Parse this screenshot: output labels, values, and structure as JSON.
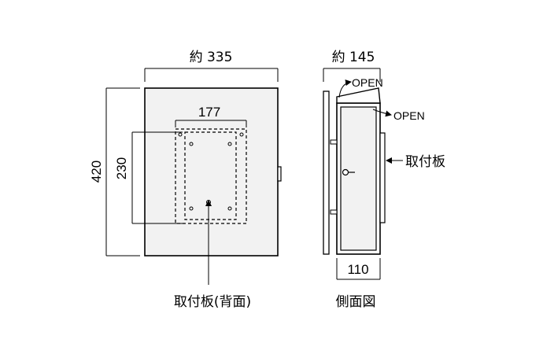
{
  "front_view": {
    "width_label": "約 335",
    "height_label": "420",
    "plate_width_label": "177",
    "plate_height_label": "230",
    "plate_callout": "取付板(背面)"
  },
  "side_view": {
    "depth_label": "約 145",
    "inner_depth_label": "110",
    "open_top_label": "OPEN",
    "open_door_label": "OPEN",
    "plate_label": "取付板",
    "view_title": "側面図"
  },
  "colors": {
    "line": "#000000",
    "panel_fill": "#f2f2f2",
    "background": "#ffffff"
  }
}
